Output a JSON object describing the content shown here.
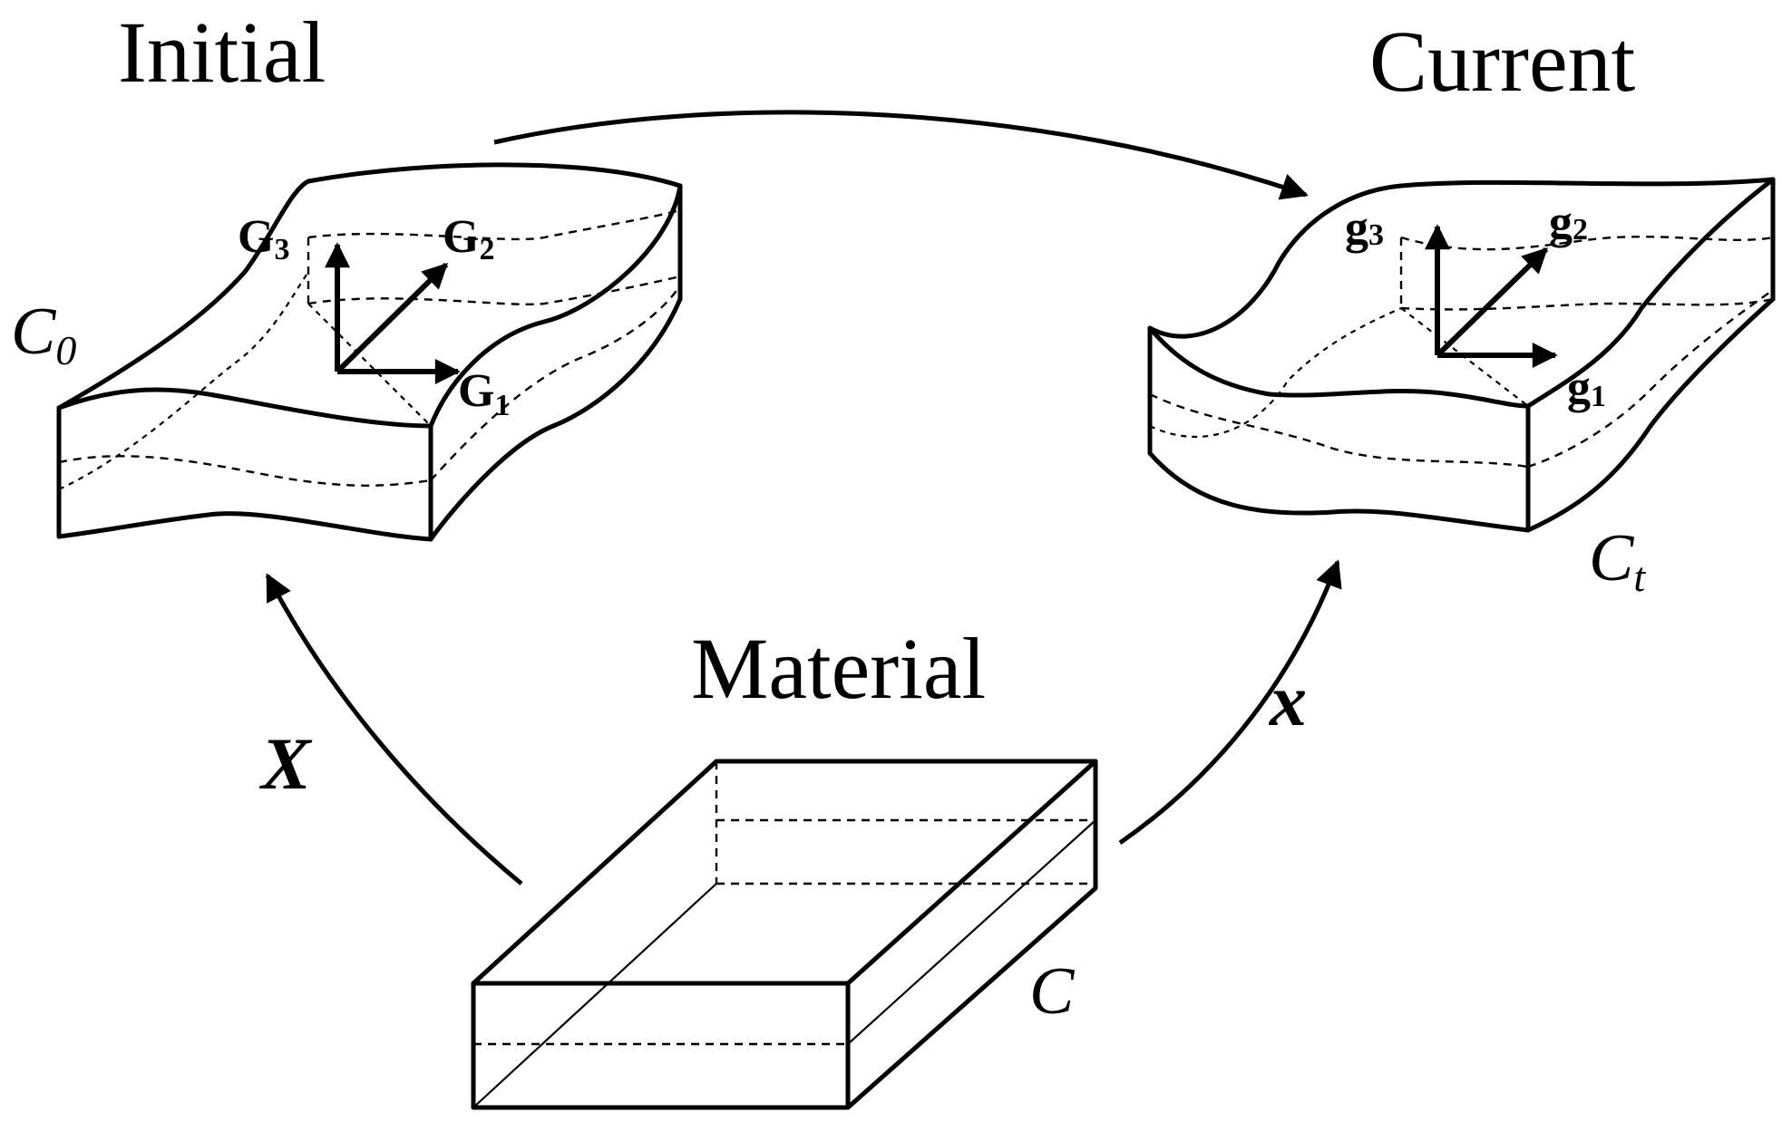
{
  "titles": {
    "initial": "Initial",
    "current": "Current",
    "material": "Material"
  },
  "configurations": {
    "initial": {
      "symbol": "C",
      "subscript": "0"
    },
    "current": {
      "symbol": "C",
      "subscript": "t"
    },
    "material": {
      "symbol": "C"
    }
  },
  "mappings": {
    "to_initial": "X",
    "to_current": "x"
  },
  "initial_basis": [
    {
      "symbol": "G",
      "subscript": "1"
    },
    {
      "symbol": "G",
      "subscript": "2"
    },
    {
      "symbol": "G",
      "subscript": "3"
    }
  ],
  "current_basis": [
    {
      "symbol": "g",
      "subscript": "1"
    },
    {
      "symbol": "g",
      "subscript": "2"
    },
    {
      "symbol": "g",
      "subscript": "3"
    }
  ]
}
